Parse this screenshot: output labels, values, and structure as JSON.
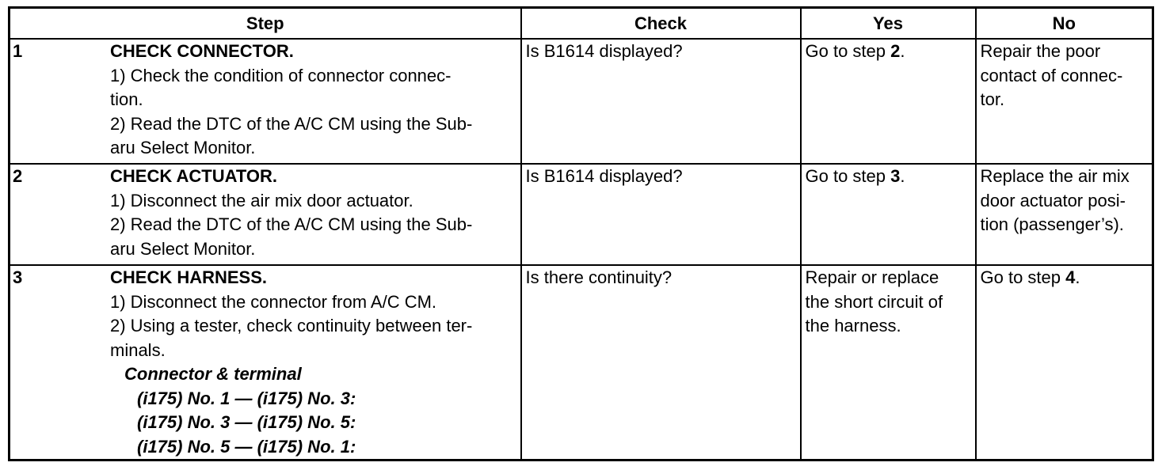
{
  "headers": {
    "step": "Step",
    "check": "Check",
    "yes": "Yes",
    "no": "No"
  },
  "rows": [
    {
      "num": "1",
      "title": "CHECK CONNECTOR.",
      "lines": [
        "1)  Check the condition of connector connec-",
        "tion.",
        "2)  Read the DTC of the A/C CM using the Sub-",
        "aru Select Monitor."
      ],
      "check": "Is B1614 displayed?",
      "yes_prefix": "Go to step ",
      "yes_emph": "2",
      "yes_suffix": ".",
      "no_lines": [
        "Repair the poor",
        "contact of connec-",
        "tor."
      ]
    },
    {
      "num": "2",
      "title": "CHECK ACTUATOR.",
      "lines": [
        "1)  Disconnect the air mix door actuator.",
        "2)  Read the DTC of the A/C CM using the Sub-",
        "aru Select Monitor."
      ],
      "check": "Is B1614 displayed?",
      "yes_prefix": "Go to step ",
      "yes_emph": "3",
      "yes_suffix": ".",
      "no_lines": [
        "Replace the air mix",
        "door actuator posi-",
        "tion (passenger’s)."
      ]
    },
    {
      "num": "3",
      "title": "CHECK HARNESS.",
      "lines": [
        "1)  Disconnect the connector from A/C CM.",
        "2)  Using a tester, check continuity between ter-",
        "minals."
      ],
      "ct_heading": "Connector & terminal",
      "ct_lines": [
        "(i175) No. 1 — (i175) No. 3:",
        "(i175) No. 3 — (i175) No. 5:",
        "(i175) No. 5 — (i175) No. 1:"
      ],
      "check": "Is there continuity?",
      "yes_lines": [
        "Repair or replace",
        "the short circuit of",
        "the harness."
      ],
      "no_prefix": "Go to step ",
      "no_emph": "4",
      "no_suffix": "."
    }
  ]
}
